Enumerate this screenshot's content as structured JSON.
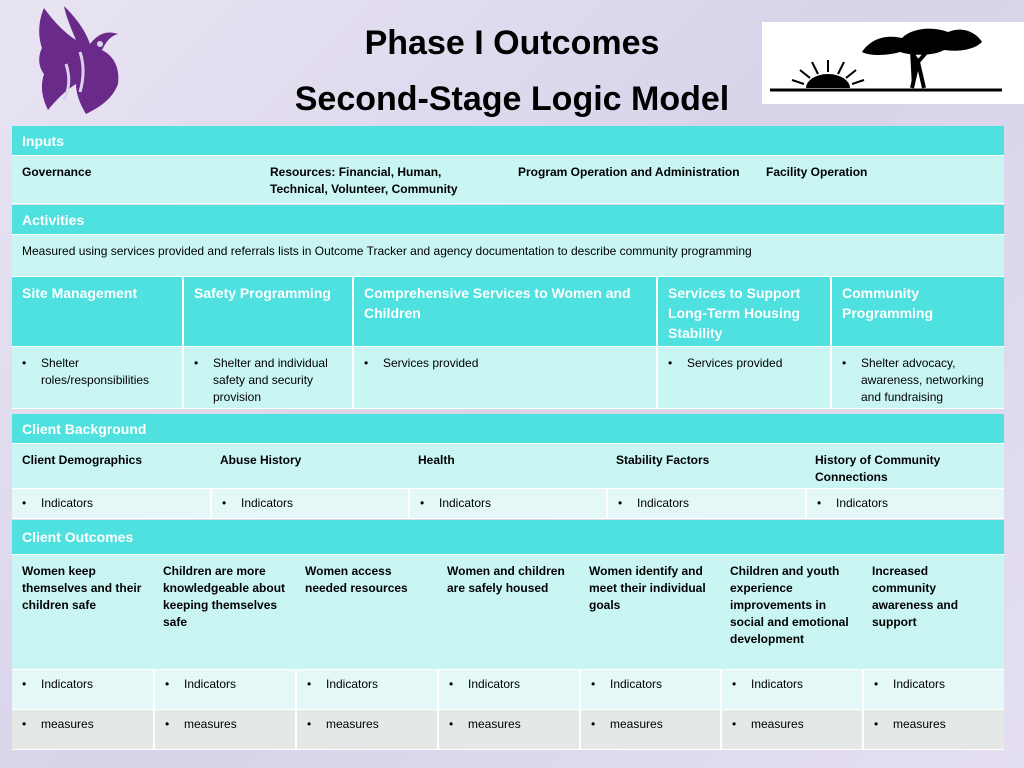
{
  "title": {
    "line1": "Phase I Outcomes",
    "line2": "Second-Stage Logic Model"
  },
  "logos": {
    "left": "purple-bird-logo",
    "right": "tree-sunrise-logo"
  },
  "colors": {
    "header": "#4fe0e0",
    "row": "#c9f5f3",
    "row_alt": "#e3f8f7",
    "logo_purple": "#6a2a8a"
  },
  "inputs": {
    "header": "Inputs",
    "items": [
      "Governance",
      "Resources: Financial, Human, Technical, Volunteer, Community",
      "Program Operation and Administration",
      "Facility Operation"
    ]
  },
  "activities": {
    "header": "Activities",
    "description": "Measured using services provided and referrals lists in Outcome Tracker and agency documentation to describe community programming",
    "columns": [
      {
        "title": "Site Management",
        "bullet": "Shelter roles/responsibilities"
      },
      {
        "title": "Safety Programming",
        "bullet": "Shelter and individual safety and security provision"
      },
      {
        "title": "Comprehensive Services to Women and Children",
        "bullet": "Services provided"
      },
      {
        "title": "Services to Support Long-Term Housing Stability",
        "bullet": "Services provided"
      },
      {
        "title": "Community Programming",
        "bullet": "Shelter advocacy, awareness, networking and fundraising"
      }
    ]
  },
  "client_background": {
    "header": "Client Background",
    "columns": [
      {
        "title": "Client Demographics",
        "bullet": "Indicators"
      },
      {
        "title": "Abuse History",
        "bullet": "Indicators"
      },
      {
        "title": "Health",
        "bullet": "Indicators"
      },
      {
        "title": "Stability Factors",
        "bullet": "Indicators"
      },
      {
        "title": "History of Community Connections",
        "bullet": "Indicators"
      }
    ]
  },
  "client_outcomes": {
    "header": "Client Outcomes",
    "columns": [
      {
        "title": "Women keep themselves and their children safe",
        "indicator": "Indicators",
        "measure": "measures"
      },
      {
        "title": "Children are more knowledgeable about keeping themselves safe",
        "indicator": "Indicators",
        "measure": "measures"
      },
      {
        "title": "Women access needed resources",
        "indicator": "Indicators",
        "measure": "measures"
      },
      {
        "title": "Women and children are safely housed",
        "indicator": "Indicators",
        "measure": "measures"
      },
      {
        "title": "Women identify and meet their individual goals",
        "indicator": "Indicators",
        "measure": "measures"
      },
      {
        "title": "Children and youth experience improvements in social and emotional development",
        "indicator": "Indicators",
        "measure": "measures"
      },
      {
        "title": "Increased community awareness and support",
        "indicator": "Indicators",
        "measure": "measures"
      }
    ]
  },
  "bullet_char": "•"
}
